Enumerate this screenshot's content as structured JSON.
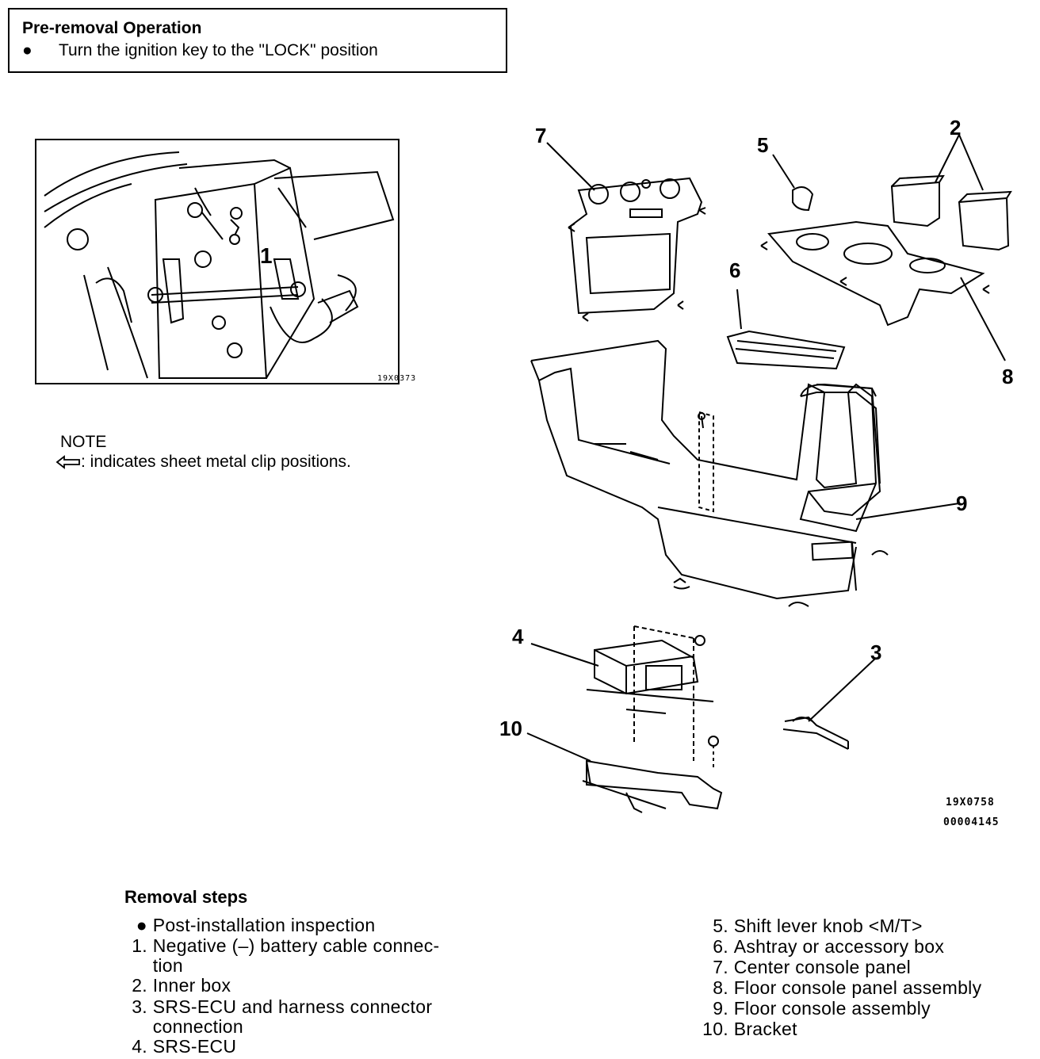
{
  "pre_removal": {
    "title": "Pre-removal Operation",
    "bullet": "●",
    "item": "Turn the ignition key to the \"LOCK\" position"
  },
  "inset": {
    "callout": "1",
    "code": "19X0373"
  },
  "note": {
    "title": "NOTE",
    "text": ": indicates sheet metal clip positions."
  },
  "diagram": {
    "callouts": [
      "7",
      "5",
      "2",
      "6",
      "8",
      "9",
      "4",
      "3",
      "10"
    ],
    "code_1": "19X0758",
    "code_2": "00004145"
  },
  "removal_steps": {
    "title": "Removal steps",
    "left": [
      {
        "num": "●",
        "text": "Post-installation inspection"
      },
      {
        "num": "1.",
        "text": "Negative (–) battery cable connec-"
      },
      {
        "num": "",
        "text": "tion"
      },
      {
        "num": "2.",
        "text": "Inner box"
      },
      {
        "num": "3.",
        "text": "SRS-ECU and harness connector"
      },
      {
        "num": "",
        "text": "connection"
      },
      {
        "num": "4.",
        "text": "SRS-ECU"
      }
    ],
    "right": [
      {
        "num": "5.",
        "text": "Shift lever knob <M/T>"
      },
      {
        "num": "6.",
        "text": "Ashtray or accessory box"
      },
      {
        "num": "7.",
        "text": "Center console panel"
      },
      {
        "num": "8.",
        "text": "Floor console panel assembly"
      },
      {
        "num": "9.",
        "text": "Floor console assembly"
      },
      {
        "num": "10.",
        "text": "Bracket"
      }
    ]
  }
}
